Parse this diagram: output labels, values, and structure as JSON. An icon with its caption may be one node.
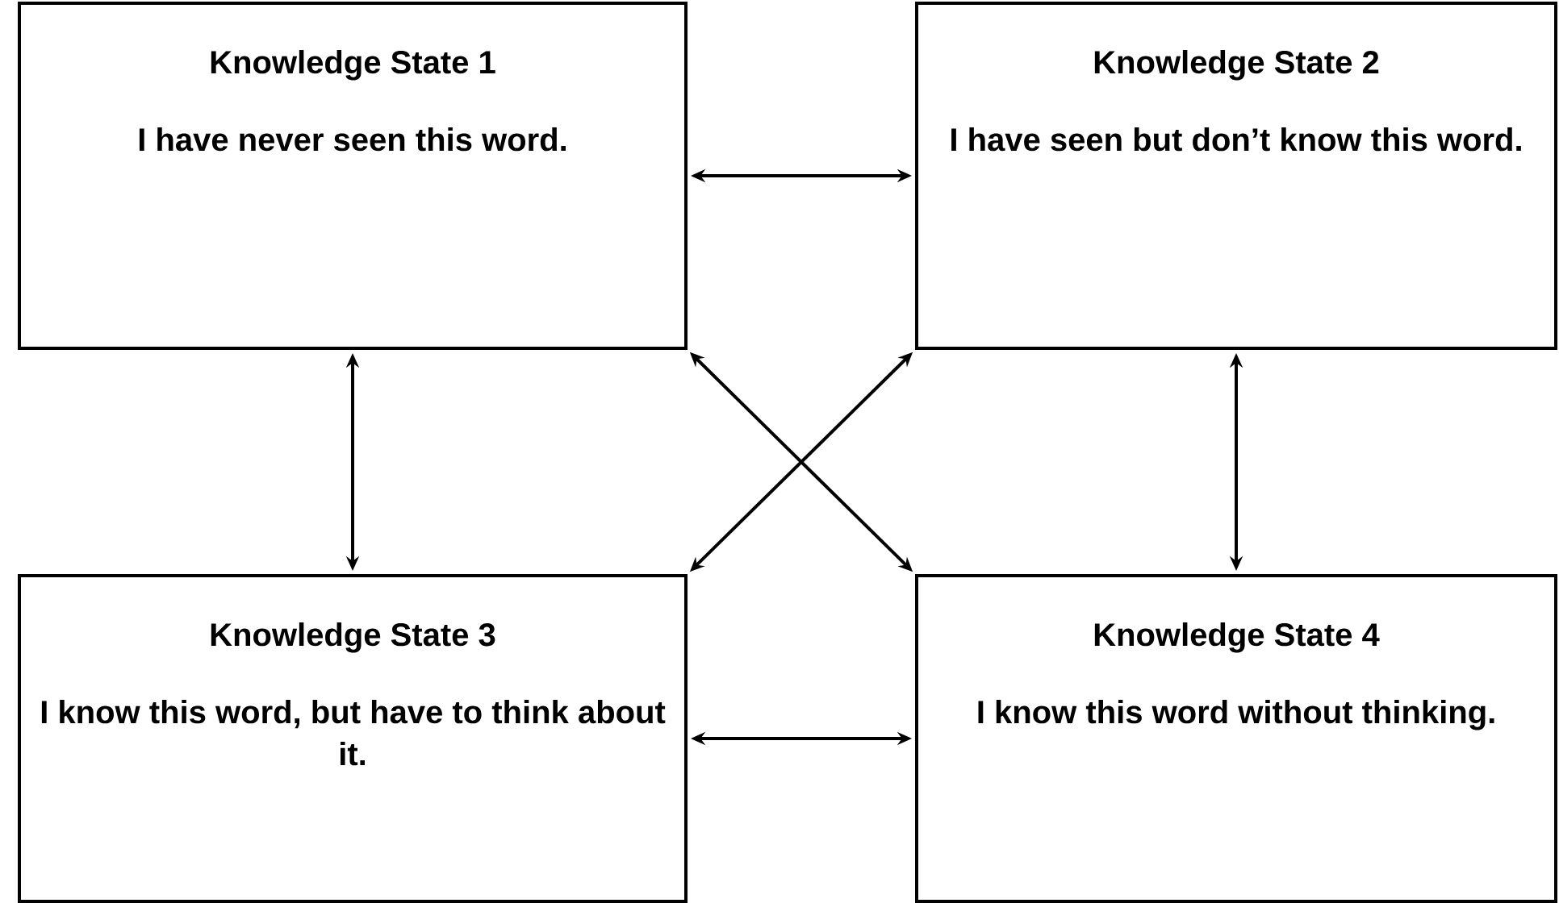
{
  "diagram": {
    "nodes": [
      {
        "text": [
          "Knowledge State 1",
          "I have never seen this word."
        ]
      },
      {
        "text": [
          "Knowledge State 2",
          "I have seen but don’t know this word."
        ]
      },
      {
        "text": [
          "Knowledge State 3",
          "I know this word, but have to think about it."
        ]
      },
      {
        "text": [
          "Knowledge State 4",
          "I know this word without thinking."
        ]
      }
    ],
    "edges": [
      {
        "from": 0,
        "to": 1,
        "arrow": "both"
      },
      {
        "from": 0,
        "to": 2,
        "arrow": "both"
      },
      {
        "from": 0,
        "to": 3,
        "arrow": "both"
      },
      {
        "from": 1,
        "to": 2,
        "arrow": "both"
      },
      {
        "from": 1,
        "to": 3,
        "arrow": "both"
      },
      {
        "from": 2,
        "to": 3,
        "arrow": "both"
      }
    ]
  }
}
